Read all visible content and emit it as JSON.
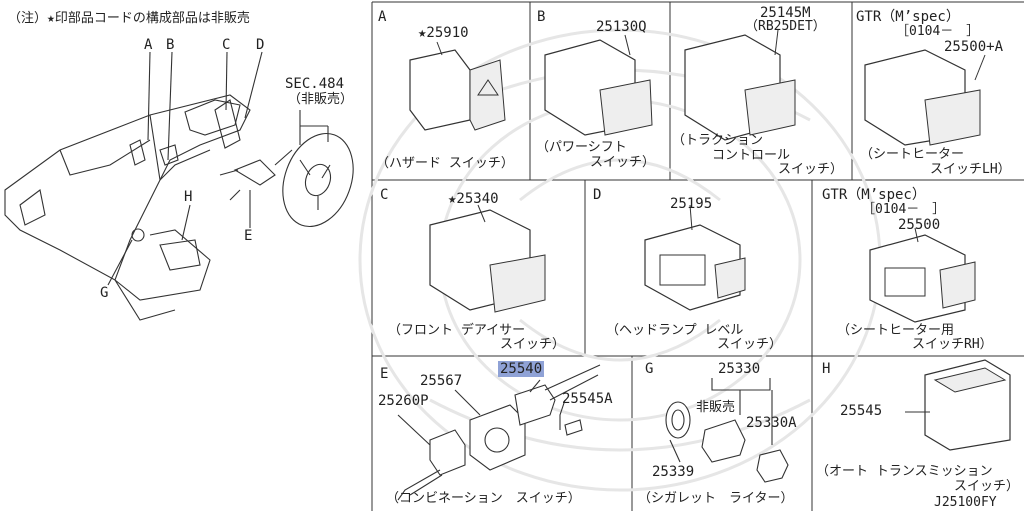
{
  "note": "（注）★印部品コードの構成部品は非販売",
  "overview": {
    "labels": [
      "A",
      "B",
      "C",
      "D",
      "H",
      "E",
      "G"
    ],
    "sec_title": "SEC.484",
    "sec_note": "（非販売）"
  },
  "cells": {
    "A": {
      "letter": "A",
      "part": "★25910",
      "caption": "（ハザード スイッチ）"
    },
    "B": {
      "letter": "B",
      "part": "25130Q",
      "caption1": "（パワーシフト",
      "caption2": "スイッチ）"
    },
    "B2": {
      "part1": "25145M",
      "part2": "（RB25DET）",
      "caption1": "（トラクション",
      "caption2": "コントロール",
      "caption3": "スイッチ）"
    },
    "GTR1": {
      "head": "GTR（M’spec）",
      "date": "［0104－　］",
      "part": "25500+A",
      "caption1": "（シートヒーター",
      "caption2": "スイッチLH）"
    },
    "C": {
      "letter": "C",
      "part": "★25340",
      "caption1": "（フロント デアイサー",
      "caption2": "スイッチ）"
    },
    "D": {
      "letter": "D",
      "part": "25195",
      "caption1": "（ヘッドランプ レベル",
      "caption2": "スイッチ）"
    },
    "GTR2": {
      "head": "GTR（M’spec）",
      "date": "［0104－　］",
      "part": "25500",
      "caption1": "（シートヒーター用",
      "caption2": "スイッチRH）"
    },
    "E": {
      "letter": "E",
      "p1": "25567",
      "p2": "25540",
      "p3": "25260P",
      "p4": "25545A",
      "caption": "（コンビネーション　スイッチ）"
    },
    "G": {
      "letter": "G",
      "p1": "25330",
      "p2": "非販売",
      "p3": "25330A",
      "p4": "25339",
      "caption": "（シガレット　ライター）"
    },
    "H": {
      "letter": "H",
      "p1": "25545",
      "caption1": "（オート トランスミッション",
      "caption2": "スイッチ）",
      "code": "J25100FY"
    }
  }
}
